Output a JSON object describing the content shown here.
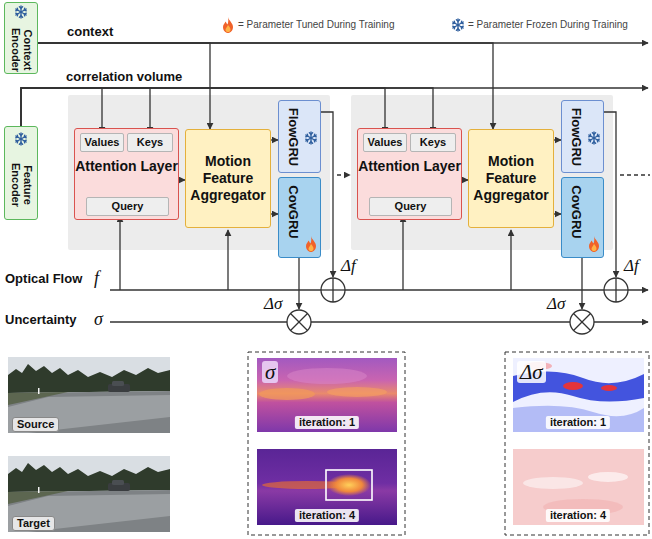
{
  "diagram": {
    "nodes": [
      {
        "text": [
          "Context Encoder"
        ]
      },
      {
        "text": [
          "Feature Encoder"
        ]
      },
      {
        "text": [
          "Attention Layer"
        ]
      },
      {
        "text": [
          "Values"
        ],
        "in": 2
      },
      {
        "text": [
          "Keys"
        ],
        "in": 2
      },
      {
        "text": [
          "Query"
        ],
        "in": 2
      },
      {
        "text": [
          "Motion Feature Aggregator"
        ]
      },
      {
        "text": [
          "FlowGRU"
        ]
      },
      {
        "text": [
          "CovGRU"
        ]
      },
      {
        "text": [
          "Attention Layer"
        ]
      },
      {
        "text": [
          "Values"
        ],
        "in": 9
      },
      {
        "text": [
          "Keys"
        ],
        "in": 9
      },
      {
        "text": [
          "Query"
        ],
        "in": 9
      },
      {
        "text": [
          "Motion Feature Aggregator"
        ]
      },
      {
        "text": [
          "FlowGRU"
        ]
      },
      {
        "text": [
          "CovGRU"
        ]
      }
    ],
    "edges": [
      {
        "from": 0,
        "to": 6,
        "arrow": "to"
      },
      {
        "from": 0,
        "to": 13,
        "arrow": "to"
      },
      {
        "from": 1,
        "to": 3,
        "arrow": "to"
      },
      {
        "from": 1,
        "to": 4,
        "arrow": "to"
      },
      {
        "from": 1,
        "to": 10,
        "arrow": "to"
      },
      {
        "from": 1,
        "to": 11,
        "arrow": "to"
      },
      {
        "from": 2,
        "to": 6,
        "arrow": "to"
      },
      {
        "from": 6,
        "to": 7,
        "arrow": "to"
      },
      {
        "from": 6,
        "to": 8,
        "arrow": "to"
      },
      {
        "from": 9,
        "to": 13,
        "arrow": "to"
      },
      {
        "from": 13,
        "to": 14,
        "arrow": "to"
      },
      {
        "from": 13,
        "to": 15,
        "arrow": "to"
      }
    ],
    "labels": [
      "context",
      "correlation volume",
      "Optical Flow",
      "f",
      "Uncertainty",
      "σ",
      "Δf",
      "Δf",
      "Δσ",
      "Δσ",
      "Source",
      "Target",
      "σ",
      "iteration: 1",
      "iteration: 4",
      "Δσ",
      "iteration: 1",
      "iteration: 4"
    ],
    "legend": [
      {
        "text": "= Parameter Tuned During Training"
      },
      {
        "text": "= Parameter Frozen During Training"
      }
    ]
  }
}
